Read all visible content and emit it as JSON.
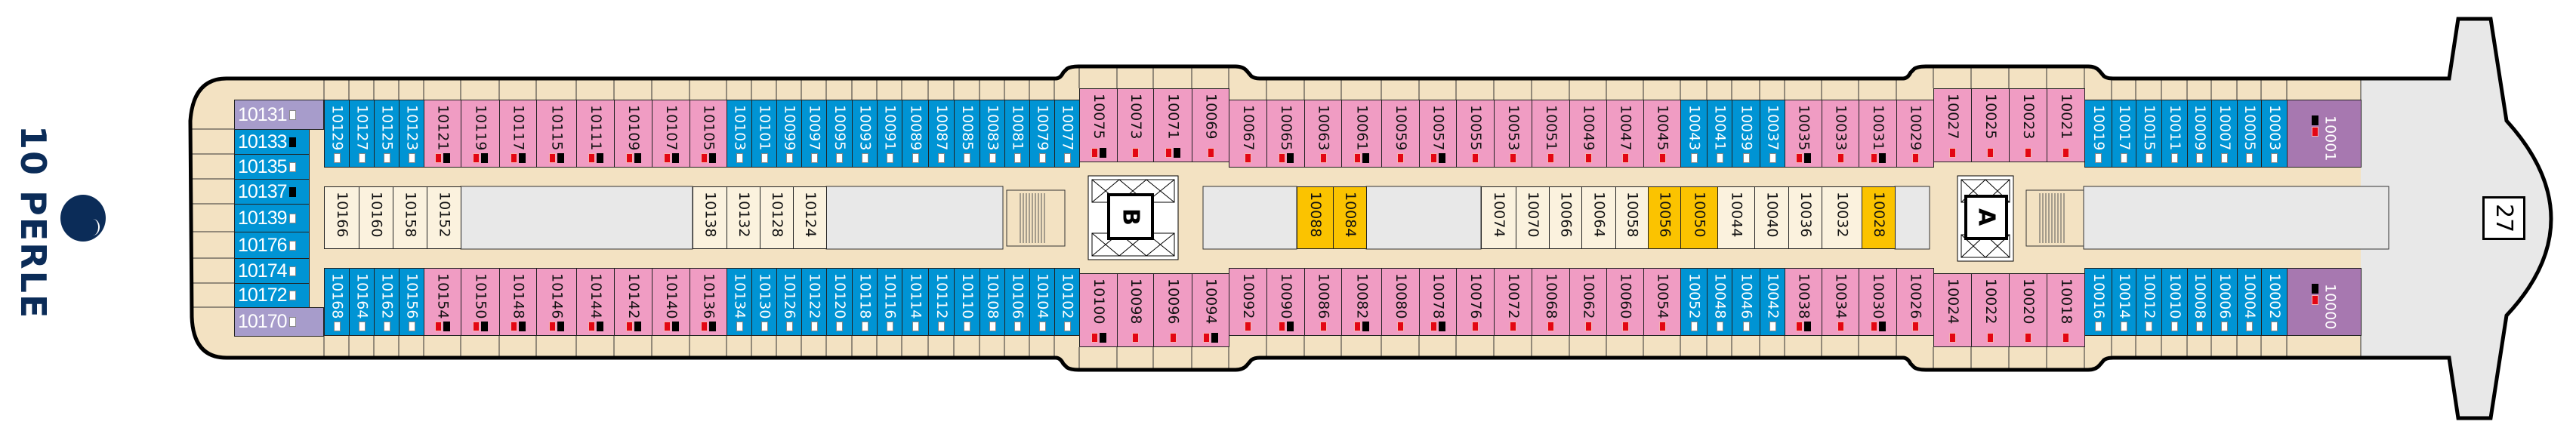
{
  "deck": {
    "number": "10",
    "name": "PERLE",
    "title": "10 PERLE"
  },
  "bow_label": "27",
  "elevators": [
    {
      "label": "B"
    },
    {
      "label": "A"
    }
  ],
  "legend_marker_icons": {
    "r": "red-square-icon",
    "b": "black-square-icon",
    "w": "white-square-icon"
  },
  "colors": {
    "inside_pink": "#f09cc3",
    "balcony_blue": "#0094d4",
    "suite_purple": "#a778b0",
    "suite_lilac": "#a79ccb",
    "yellow": "#fbc300",
    "cream": "#fbf2de",
    "deck": "#f3e2c2",
    "public": "#e8e8e8",
    "logo": "#0b2c58"
  },
  "left_column": [
    {
      "n": "10131",
      "c": "lilac",
      "m": "w"
    },
    {
      "n": "10133",
      "c": "blue",
      "m": "b"
    },
    {
      "n": "10135",
      "c": "blue",
      "m": "w"
    },
    {
      "n": "10137",
      "c": "blue",
      "m": "b"
    },
    {
      "n": "10139",
      "c": "blue",
      "m": "w"
    },
    {
      "n": "10176",
      "c": "blue",
      "m": "w"
    },
    {
      "n": "10174",
      "c": "blue",
      "m": "w"
    },
    {
      "n": "10172",
      "c": "blue",
      "m": "w"
    },
    {
      "n": "10170",
      "c": "lilac",
      "m": "w"
    }
  ],
  "top_row": [
    {
      "n": "10129",
      "c": "blue",
      "m": "w"
    },
    {
      "n": "10127",
      "c": "blue",
      "m": "w"
    },
    {
      "n": "10125",
      "c": "blue",
      "m": "w"
    },
    {
      "n": "10123",
      "c": "blue",
      "m": "w"
    },
    {
      "n": "10121",
      "c": "pink",
      "m": "rb"
    },
    {
      "n": "10119",
      "c": "pink",
      "m": "rb"
    },
    {
      "n": "10117",
      "c": "pink",
      "m": "rb"
    },
    {
      "n": "10115",
      "c": "pink",
      "m": "rb"
    },
    {
      "n": "10111",
      "c": "pink",
      "m": "rb"
    },
    {
      "n": "10109",
      "c": "pink",
      "m": "rb"
    },
    {
      "n": "10107",
      "c": "pink",
      "m": "rb"
    },
    {
      "n": "10105",
      "c": "pink",
      "m": "rb"
    },
    {
      "n": "10103",
      "c": "blue",
      "m": "w"
    },
    {
      "n": "10101",
      "c": "blue",
      "m": "w"
    },
    {
      "n": "10099",
      "c": "blue",
      "m": "w"
    },
    {
      "n": "10097",
      "c": "blue",
      "m": "w"
    },
    {
      "n": "10095",
      "c": "blue",
      "m": "w"
    },
    {
      "n": "10093",
      "c": "blue",
      "m": "w"
    },
    {
      "n": "10091",
      "c": "blue",
      "m": "w"
    },
    {
      "n": "10089",
      "c": "blue",
      "m": "w"
    },
    {
      "n": "10087",
      "c": "blue",
      "m": "w"
    },
    {
      "n": "10085",
      "c": "blue",
      "m": "w"
    },
    {
      "n": "10083",
      "c": "blue",
      "m": "w"
    },
    {
      "n": "10081",
      "c": "blue",
      "m": "w"
    },
    {
      "n": "10079",
      "c": "blue",
      "m": "w"
    },
    {
      "n": "10077",
      "c": "blue",
      "m": "w"
    },
    {
      "n": "10075",
      "c": "pink",
      "m": "rb"
    },
    {
      "n": "10073",
      "c": "pink",
      "m": "r"
    },
    {
      "n": "10071",
      "c": "pink",
      "m": "rb"
    },
    {
      "n": "10069",
      "c": "pink",
      "m": "r"
    },
    {
      "n": "10067",
      "c": "pink",
      "m": "r"
    },
    {
      "n": "10065",
      "c": "pink",
      "m": "rb"
    },
    {
      "n": "10063",
      "c": "pink",
      "m": "r"
    },
    {
      "n": "10061",
      "c": "pink",
      "m": "rb"
    },
    {
      "n": "10059",
      "c": "pink",
      "m": "r"
    },
    {
      "n": "10057",
      "c": "pink",
      "m": "rb"
    },
    {
      "n": "10055",
      "c": "pink",
      "m": "r"
    },
    {
      "n": "10053",
      "c": "pink",
      "m": "r"
    },
    {
      "n": "10051",
      "c": "pink",
      "m": "r"
    },
    {
      "n": "10049",
      "c": "pink",
      "m": "r"
    },
    {
      "n": "10047",
      "c": "pink",
      "m": "r"
    },
    {
      "n": "10045",
      "c": "pink",
      "m": "r"
    },
    {
      "n": "10043",
      "c": "blue",
      "m": "w"
    },
    {
      "n": "10041",
      "c": "blue",
      "m": "w"
    },
    {
      "n": "10039",
      "c": "blue",
      "m": "w"
    },
    {
      "n": "10037",
      "c": "blue",
      "m": "w"
    },
    {
      "n": "10035",
      "c": "pink",
      "m": "rb"
    },
    {
      "n": "10033",
      "c": "pink",
      "m": "r"
    },
    {
      "n": "10031",
      "c": "pink",
      "m": "rb"
    },
    {
      "n": "10029",
      "c": "pink",
      "m": "r"
    },
    {
      "n": "10027",
      "c": "pink",
      "m": "r"
    },
    {
      "n": "10025",
      "c": "pink",
      "m": "r"
    },
    {
      "n": "10023",
      "c": "pink",
      "m": "r"
    },
    {
      "n": "10021",
      "c": "pink",
      "m": "r"
    },
    {
      "n": "10019",
      "c": "blue",
      "m": "w"
    },
    {
      "n": "10017",
      "c": "blue",
      "m": "w"
    },
    {
      "n": "10015",
      "c": "blue",
      "m": "w"
    },
    {
      "n": "10011",
      "c": "blue",
      "m": "w"
    },
    {
      "n": "10009",
      "c": "blue",
      "m": "w"
    },
    {
      "n": "10007",
      "c": "blue",
      "m": "w"
    },
    {
      "n": "10005",
      "c": "blue",
      "m": "w"
    },
    {
      "n": "10003",
      "c": "blue",
      "m": "w"
    },
    {
      "n": "10001",
      "c": "purple",
      "m": "br"
    }
  ],
  "center_row": [
    {
      "n": "10166",
      "c": "cream"
    },
    {
      "n": "10160",
      "c": "cream"
    },
    {
      "n": "10158",
      "c": "cream"
    },
    {
      "n": "10152",
      "c": "cream"
    },
    {
      "n": "10138",
      "c": "cream"
    },
    {
      "n": "10132",
      "c": "cream"
    },
    {
      "n": "10128",
      "c": "cream"
    },
    {
      "n": "10124",
      "c": "cream"
    },
    {
      "n": "10088",
      "c": "yellow"
    },
    {
      "n": "10084",
      "c": "yellow"
    },
    {
      "n": "10074",
      "c": "cream"
    },
    {
      "n": "10070",
      "c": "cream"
    },
    {
      "n": "10066",
      "c": "cream"
    },
    {
      "n": "10064",
      "c": "cream"
    },
    {
      "n": "10058",
      "c": "cream"
    },
    {
      "n": "10056",
      "c": "yellow"
    },
    {
      "n": "10050",
      "c": "yellow"
    },
    {
      "n": "10044",
      "c": "cream"
    },
    {
      "n": "10040",
      "c": "cream"
    },
    {
      "n": "10036",
      "c": "cream"
    },
    {
      "n": "10032",
      "c": "cream"
    },
    {
      "n": "10028",
      "c": "yellow"
    }
  ],
  "bottom_row": [
    {
      "n": "10168",
      "c": "blue",
      "m": "w"
    },
    {
      "n": "10164",
      "c": "blue",
      "m": "w"
    },
    {
      "n": "10162",
      "c": "blue",
      "m": "w"
    },
    {
      "n": "10156",
      "c": "blue",
      "m": "w"
    },
    {
      "n": "10154",
      "c": "pink",
      "m": "rb"
    },
    {
      "n": "10150",
      "c": "pink",
      "m": "rb"
    },
    {
      "n": "10148",
      "c": "pink",
      "m": "rb"
    },
    {
      "n": "10146",
      "c": "pink",
      "m": "rb"
    },
    {
      "n": "10144",
      "c": "pink",
      "m": "rb"
    },
    {
      "n": "10142",
      "c": "pink",
      "m": "rb"
    },
    {
      "n": "10140",
      "c": "pink",
      "m": "rb"
    },
    {
      "n": "10136",
      "c": "pink",
      "m": "rb"
    },
    {
      "n": "10134",
      "c": "blue",
      "m": "w"
    },
    {
      "n": "10130",
      "c": "blue",
      "m": "w"
    },
    {
      "n": "10126",
      "c": "blue",
      "m": "w"
    },
    {
      "n": "10122",
      "c": "blue",
      "m": "w"
    },
    {
      "n": "10120",
      "c": "blue",
      "m": "w"
    },
    {
      "n": "10118",
      "c": "blue",
      "m": "w"
    },
    {
      "n": "10116",
      "c": "blue",
      "m": "w"
    },
    {
      "n": "10114",
      "c": "blue",
      "m": "w"
    },
    {
      "n": "10112",
      "c": "blue",
      "m": "w"
    },
    {
      "n": "10110",
      "c": "blue",
      "m": "w"
    },
    {
      "n": "10108",
      "c": "blue",
      "m": "w"
    },
    {
      "n": "10106",
      "c": "blue",
      "m": "w"
    },
    {
      "n": "10104",
      "c": "blue",
      "m": "w"
    },
    {
      "n": "10102",
      "c": "blue",
      "m": "w"
    },
    {
      "n": "10100",
      "c": "pink",
      "m": "rb"
    },
    {
      "n": "10098",
      "c": "pink",
      "m": "r"
    },
    {
      "n": "10096",
      "c": "pink",
      "m": "r"
    },
    {
      "n": "10094",
      "c": "pink",
      "m": "rb"
    },
    {
      "n": "10092",
      "c": "pink",
      "m": "r"
    },
    {
      "n": "10090",
      "c": "pink",
      "m": "rb"
    },
    {
      "n": "10086",
      "c": "pink",
      "m": "r"
    },
    {
      "n": "10082",
      "c": "pink",
      "m": "rb"
    },
    {
      "n": "10080",
      "c": "pink",
      "m": "r"
    },
    {
      "n": "10078",
      "c": "pink",
      "m": "rb"
    },
    {
      "n": "10076",
      "c": "pink",
      "m": "r"
    },
    {
      "n": "10072",
      "c": "pink",
      "m": "r"
    },
    {
      "n": "10068",
      "c": "pink",
      "m": "r"
    },
    {
      "n": "10062",
      "c": "pink",
      "m": "r"
    },
    {
      "n": "10060",
      "c": "pink",
      "m": "r"
    },
    {
      "n": "10054",
      "c": "pink",
      "m": "r"
    },
    {
      "n": "10052",
      "c": "blue",
      "m": "w"
    },
    {
      "n": "10048",
      "c": "blue",
      "m": "w"
    },
    {
      "n": "10046",
      "c": "blue",
      "m": "w"
    },
    {
      "n": "10042",
      "c": "blue",
      "m": "w"
    },
    {
      "n": "10038",
      "c": "pink",
      "m": "rb"
    },
    {
      "n": "10034",
      "c": "pink",
      "m": "r"
    },
    {
      "n": "10030",
      "c": "pink",
      "m": "rb"
    },
    {
      "n": "10026",
      "c": "pink",
      "m": "r"
    },
    {
      "n": "10024",
      "c": "pink",
      "m": "r"
    },
    {
      "n": "10022",
      "c": "pink",
      "m": "r"
    },
    {
      "n": "10020",
      "c": "pink",
      "m": "r"
    },
    {
      "n": "10018",
      "c": "pink",
      "m": "r"
    },
    {
      "n": "10016",
      "c": "blue",
      "m": "w"
    },
    {
      "n": "10014",
      "c": "blue",
      "m": "w"
    },
    {
      "n": "10012",
      "c": "blue",
      "m": "w"
    },
    {
      "n": "10010",
      "c": "blue",
      "m": "w"
    },
    {
      "n": "10008",
      "c": "blue",
      "m": "w"
    },
    {
      "n": "10006",
      "c": "blue",
      "m": "w"
    },
    {
      "n": "10004",
      "c": "blue",
      "m": "w"
    },
    {
      "n": "10002",
      "c": "blue",
      "m": "w"
    },
    {
      "n": "10000",
      "c": "purple",
      "m": "br"
    }
  ]
}
